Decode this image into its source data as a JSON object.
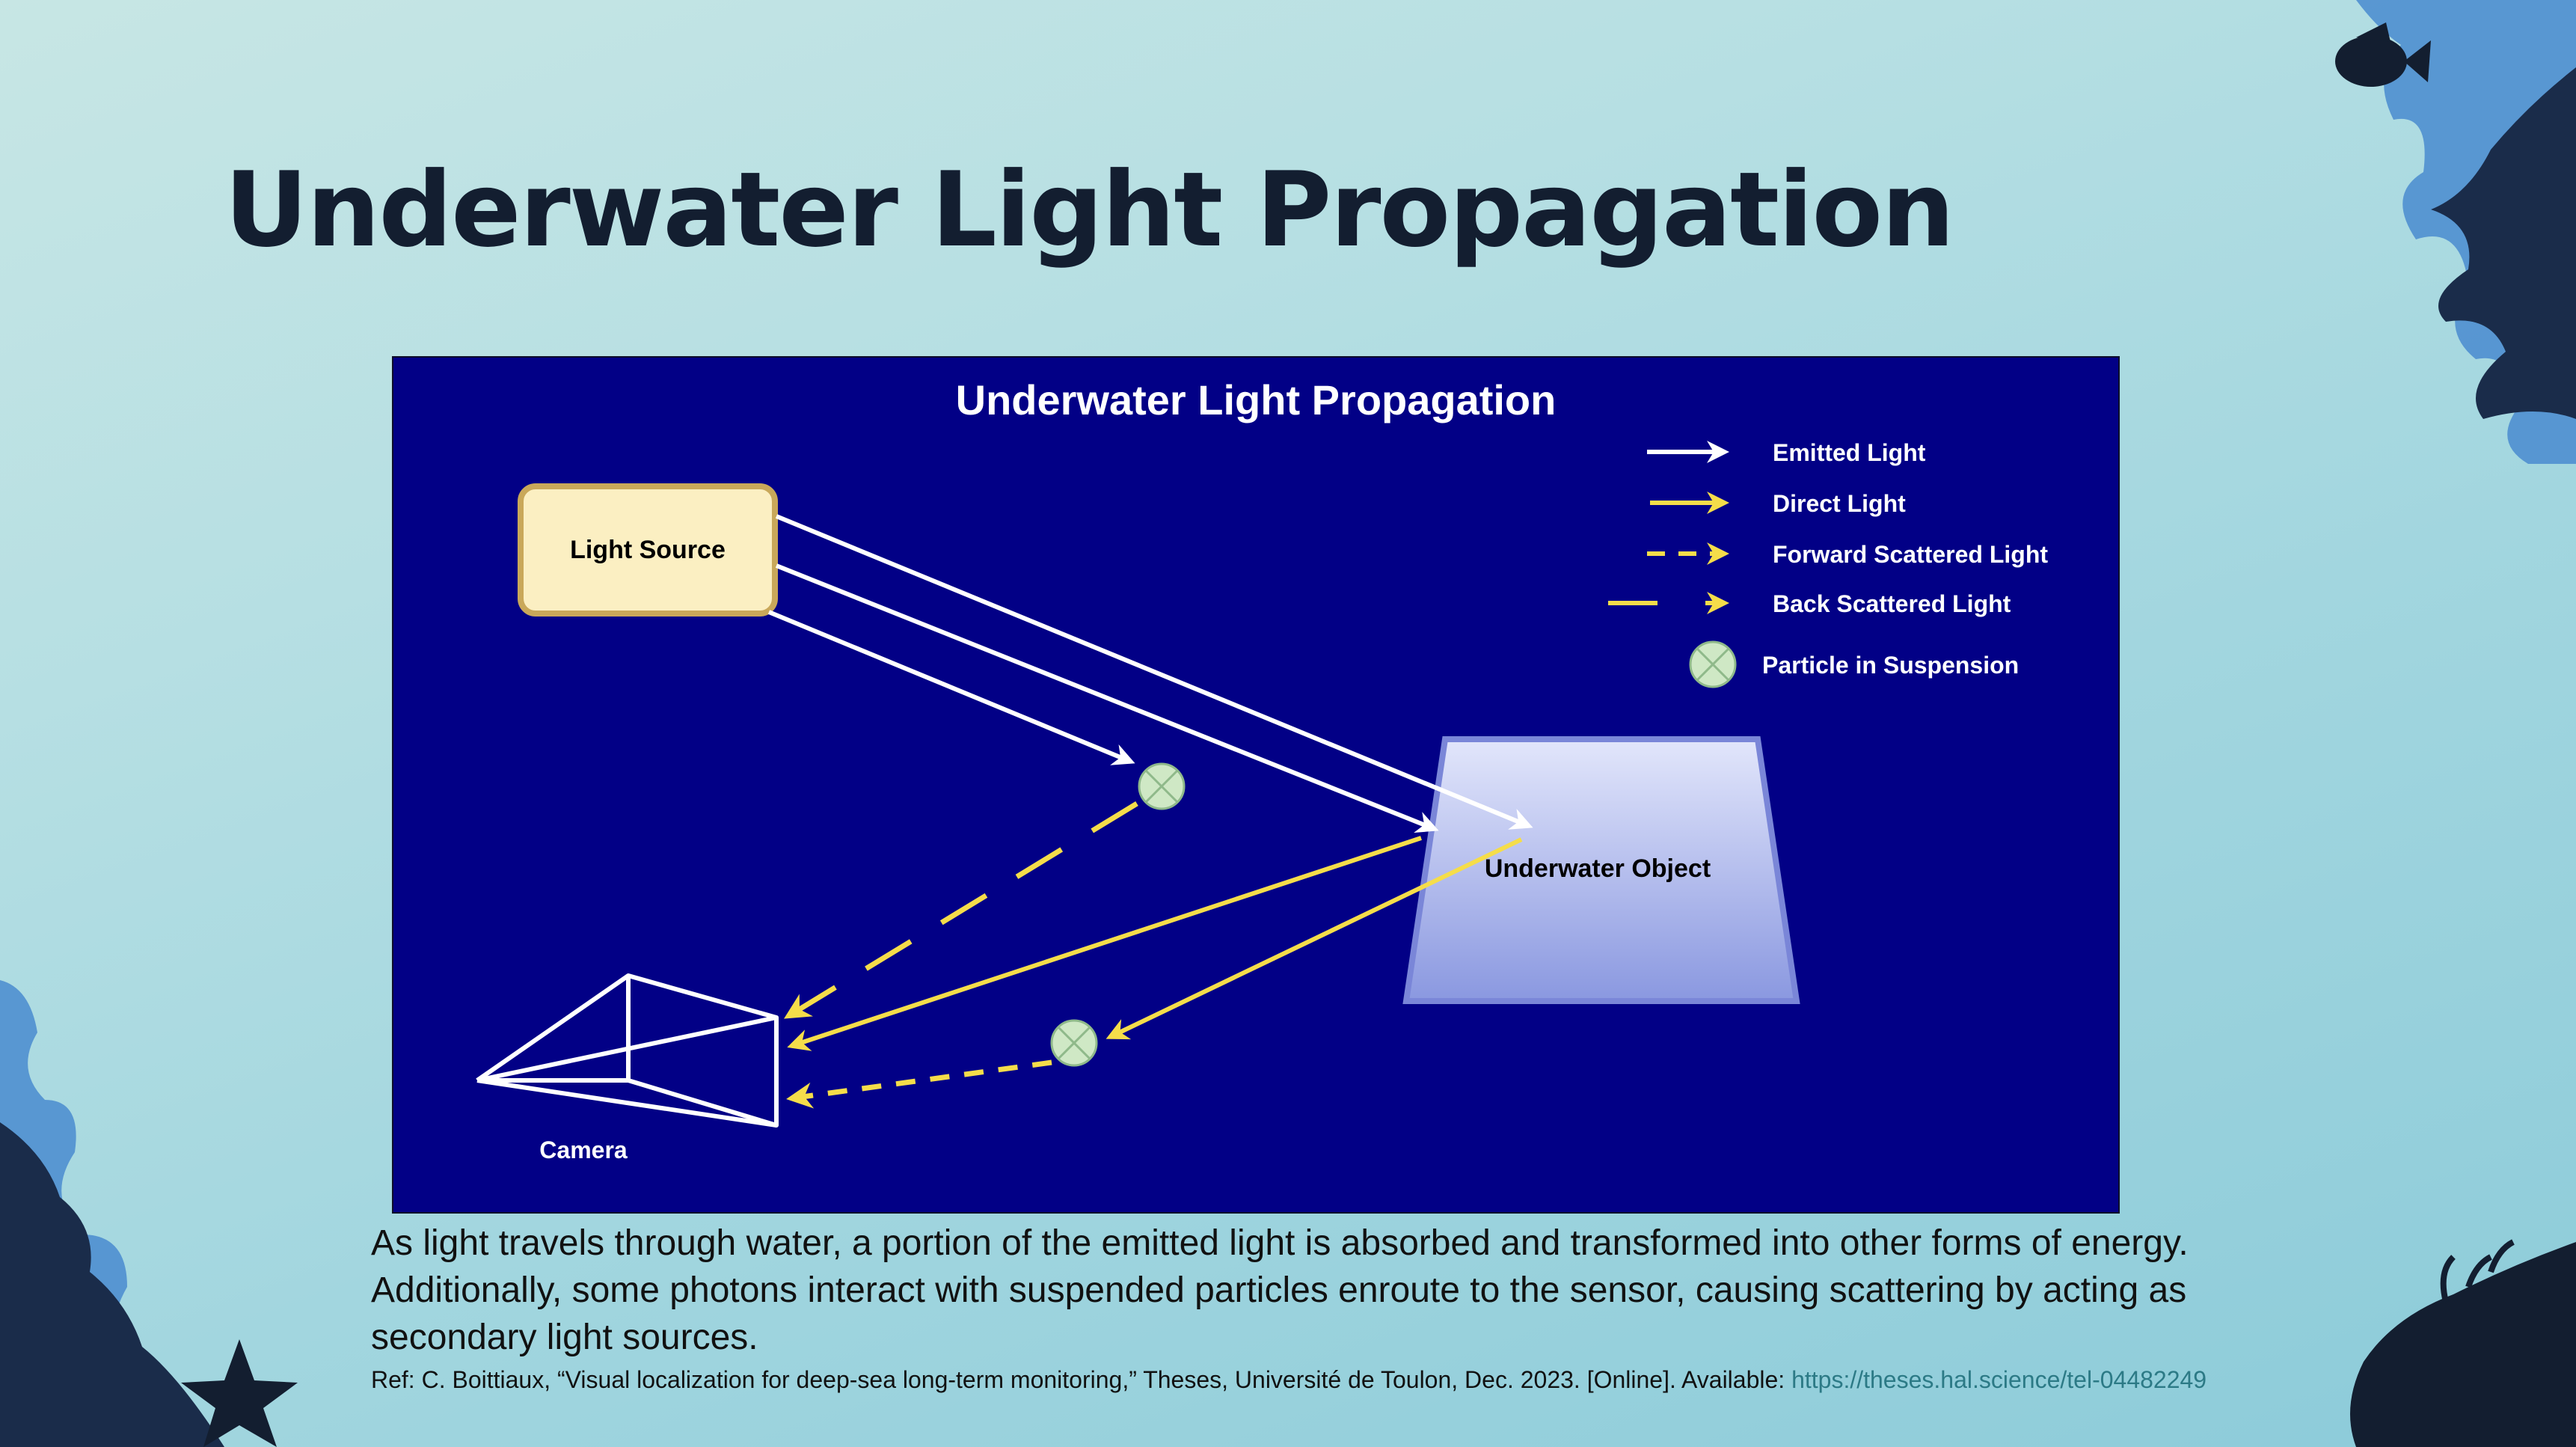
{
  "slide": {
    "title": "Underwater Light Propagation",
    "caption": "As light travels through water, a portion of the emitted light is absorbed and transformed into other forms of energy. Additionally, some photons interact with suspended particles enroute to the sensor, causing scattering by acting as secondary light sources.",
    "reference_prefix": "Ref: C. Boittiaux, “Visual localization for deep-sea long-term monitoring,” Theses, Université de Toulon, Dec. 2023. [Online]. Available: ",
    "reference_link": "https://theses.hal.science/tel-04482249"
  },
  "diagram": {
    "title": "Underwater Light Propagation",
    "nodes": {
      "light_source": "Light Source",
      "underwater_object": "Underwater Object",
      "camera": "Camera"
    },
    "legend": [
      {
        "label": "Emitted Light",
        "style": "solid",
        "color": "#ffffff"
      },
      {
        "label": "Direct Light",
        "style": "solid",
        "color": "#f5dd4a"
      },
      {
        "label": "Forward Scattered Light",
        "style": "dashed",
        "color": "#f5dd4a"
      },
      {
        "label": "Back Scattered Light",
        "style": "long-dashed",
        "color": "#f5dd4a"
      },
      {
        "label": "Particle in Suspension",
        "style": "particle",
        "color": "#cfe8c5"
      }
    ],
    "colors": {
      "background": "#020086",
      "emitted": "#ffffff",
      "direct": "#f5dd4a",
      "light_source_fill": "#fbefc2",
      "light_source_border": "#c9a85a",
      "object_border": "#7a86d8"
    }
  },
  "decorations": [
    "coral-silhouette",
    "fish-icon",
    "starfish-icon",
    "seaweed-silhouette"
  ]
}
